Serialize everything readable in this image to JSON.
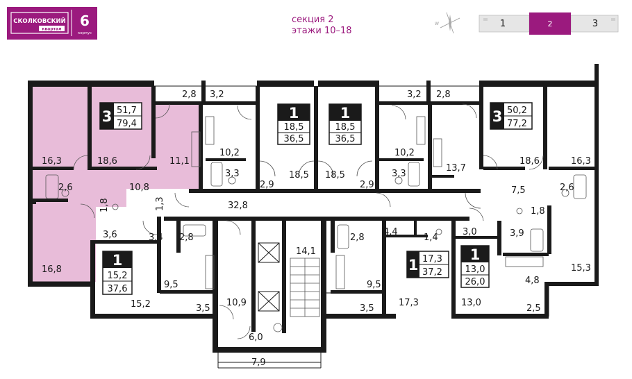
{
  "logo": {
    "brand": "СКОЛКОВСКИЙ",
    "sub": "квартал",
    "corpus_number": "6",
    "corpus_label": "корпус"
  },
  "header": {
    "section": "секция 2",
    "floors": "этажи 10–18"
  },
  "section_selector": [
    {
      "label": "1",
      "active": false
    },
    {
      "label": "2",
      "active": true
    },
    {
      "label": "3",
      "active": false
    }
  ],
  "colors": {
    "accent": "#9b1a7e",
    "highlight_fill": "#e8bcd9",
    "wall": "#1a1a1a",
    "selector_gray": "#e6e6e6"
  },
  "apartments": [
    {
      "id": "apt-3-left",
      "rooms": "3",
      "living": "51,7",
      "total": "79,4"
    },
    {
      "id": "apt-1-a",
      "rooms": "1",
      "living": "18,5",
      "total": "36,5"
    },
    {
      "id": "apt-1-b",
      "rooms": "1",
      "living": "18,5",
      "total": "36,5"
    },
    {
      "id": "apt-3-right",
      "rooms": "3",
      "living": "50,2",
      "total": "77,2"
    },
    {
      "id": "apt-1-sw",
      "rooms": "1",
      "living": "15,2",
      "total": "37,6"
    },
    {
      "id": "apt-1-mid",
      "rooms": "1",
      "living": "17,3",
      "total": "37,2"
    },
    {
      "id": "apt-1-se",
      "rooms": "1",
      "living": "13,0",
      "total": "26,0"
    }
  ],
  "room_areas": {
    "r1": "16,3",
    "r2": "18,6",
    "r3": "2,8",
    "r4": "11,1",
    "r5": "3,2",
    "r6": "10,2",
    "r7": "3,3",
    "r8": "2,9",
    "r9": "18,5",
    "r10": "18,5",
    "r11": "2,9",
    "r12": "3,3",
    "r13": "10,2",
    "r14": "3,2",
    "r15": "2,8",
    "r16": "13,7",
    "r17": "18,6",
    "r18": "16,3",
    "r19": "2,6",
    "r20": "10,8",
    "r21": "1,8",
    "r22": "1,3",
    "r23": "32,8",
    "r24": "7,5",
    "r25": "2,6",
    "r26": "1,8",
    "r27": "3,6",
    "r28": "3,4",
    "r29": "2,8",
    "r30": "14,1",
    "r31": "2,8",
    "r32": "4,4",
    "r33": "1,4",
    "r34": "3,0",
    "r35": "3,9",
    "r36": "16,8",
    "r37": "9,5",
    "r38": "15,2",
    "r39": "3,5",
    "r40": "10,9",
    "r41": "9,5",
    "r42": "3,5",
    "r43": "17,3",
    "r44": "13,0",
    "r45": "15,3",
    "r46": "4,8",
    "r47": "2,5",
    "r48": "6,0",
    "r49": "7,9"
  }
}
